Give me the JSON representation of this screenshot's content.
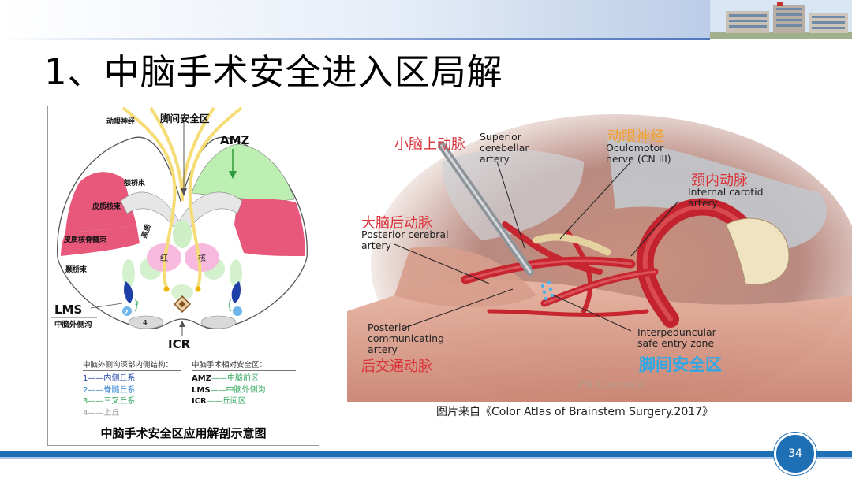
{
  "slide": {
    "title": "1、中脑手术安全进入区局解",
    "page_number": "34"
  },
  "diagram": {
    "labels": {
      "oculomotor": "动眼神经",
      "interpeduncular": "脚间安全区",
      "amz": "AMZ",
      "frontopontine": "额桥束",
      "corticonuclear": "皮质核束",
      "corticospinal": "皮质核脊髓束",
      "temporopontine": "颞桥束",
      "substantia_nigra": "黑质",
      "red_left": "红",
      "red_right": "核",
      "lms": "LMS",
      "lms_sub": "中脑外侧沟",
      "icr": "ICR",
      "n1": "1",
      "n2": "2",
      "n3": "3",
      "n4": "4"
    },
    "legend_left": {
      "heading": "中脑外侧沟深部内侧结构：",
      "items": [
        {
          "text": "1——内侧丘系",
          "color": "#1f3fa8"
        },
        {
          "text": "2——脊髓丘系",
          "color": "#2b7fd0"
        },
        {
          "text": "3——三叉丘系",
          "color": "#2fa55a"
        },
        {
          "text": "4——上丘",
          "color": "#999999"
        }
      ]
    },
    "legend_right": {
      "heading": "中脑手术相对安全区：",
      "items": [
        {
          "key": "AMZ",
          "value": "——中脑前区"
        },
        {
          "key": "LMS",
          "value": "——中脑外侧沟"
        },
        {
          "key": "ICR",
          "value": "——丘间区"
        }
      ]
    },
    "caption": "中脑手术安全区应用解剖示意图"
  },
  "illustration": {
    "labels": {
      "sca_zh": "小脑上动脉",
      "sca_en": "Superior\ncerebellar\nartery",
      "cn3_zh": "动眼神经",
      "cn3_en": "Oculomotor\nnerve (CN III)",
      "ica_zh": "颈内动脉",
      "ica_en": "Internal carotid\nartery",
      "pca_zh": "大脑后动脉",
      "pca_en": "Posterior cerebral\nartery",
      "pcom_en": "Posterior\ncommunicating\nartery",
      "pcom_zh": "后交通动脉",
      "ipz_en": "Interpeduncular\nsafe entry zone",
      "ipz_zh": "脚间安全区",
      "signature": "PM Lawrence"
    }
  },
  "source_caption": "图片来自《Color Atlas of Brainstem Surgery.2017》",
  "colors": {
    "accent_blue": "#1f6fb5",
    "label_red": "#d9323a",
    "label_orange": "#f0a12a",
    "label_blue": "#2fa7e6",
    "tract_pink": "#e8587a",
    "safe_green": "#b9ecb0"
  }
}
